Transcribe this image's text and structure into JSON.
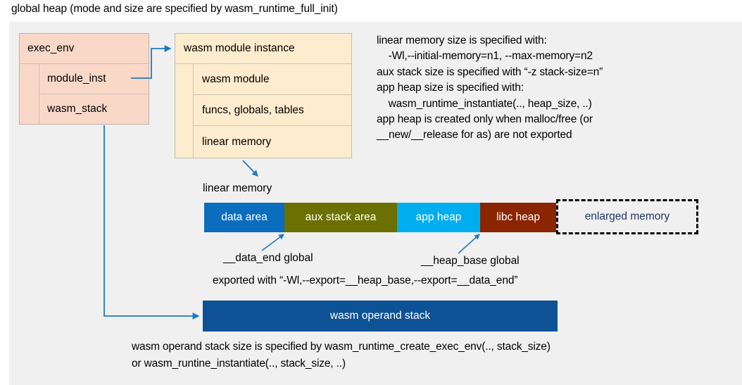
{
  "title": "global heap (mode and size are specified by wasm_runtime_full_init)",
  "exec_env": {
    "header": "exec_env",
    "rows": [
      {
        "label": "module_inst"
      },
      {
        "label": "wasm_stack"
      }
    ]
  },
  "wasm_module_instance": {
    "header": "wasm module instance",
    "rows": [
      {
        "label": "wasm module"
      },
      {
        "label": "funcs, globals, tables"
      },
      {
        "label": "linear memory"
      }
    ]
  },
  "notes": "linear memory size is specified with:\n    -Wl,--initial-memory=n1, --max-memory=n2\naux stack size is specified with “-z stack-size=n”\napp heap size is specified with:\n    wasm_runtime_instantiate(.., heap_size, ..)\napp heap is created only when malloc/free (or\n__new/__release for as) are not exported",
  "linear_memory": {
    "caption": "linear memory",
    "segments": [
      {
        "label": "data area",
        "color": "#0a6dbd",
        "width": 114,
        "text_color": "#ffffff"
      },
      {
        "label": "aux stack area",
        "color": "#6b7000",
        "width": 160,
        "text_color": "#ffffff"
      },
      {
        "label": "app heap",
        "color": "#00aeef",
        "width": 118,
        "text_color": "#ffffff"
      },
      {
        "label": "libc heap",
        "color": "#8b2500",
        "width": 108,
        "text_color": "#ffffff"
      }
    ],
    "enlarged": {
      "label": "enlarged memory",
      "color": "#f0f0f0",
      "text_color": "#1f3864",
      "border": "#000000"
    }
  },
  "annotations": {
    "data_end": "__data_end global",
    "heap_base": "__heap_base global",
    "exported": "exported with “-Wl,--export=__heap_base,--export=__data_end”"
  },
  "operand_stack": {
    "label": "wasm operand stack",
    "color": "#0d5294",
    "text_color": "#ffffff"
  },
  "bottom_notes": "wasm operand stack size is specified by wasm_runtime_create_exec_env(.., stack_size)\nor wasm_runtine_instantiate(.., stack_size, ..)",
  "colors": {
    "panel_background": "#f0f0f0",
    "exec_env_fill": "#fad8c8",
    "module_instance_fill": "#fdeccd",
    "connector": "#1f7ac4"
  }
}
